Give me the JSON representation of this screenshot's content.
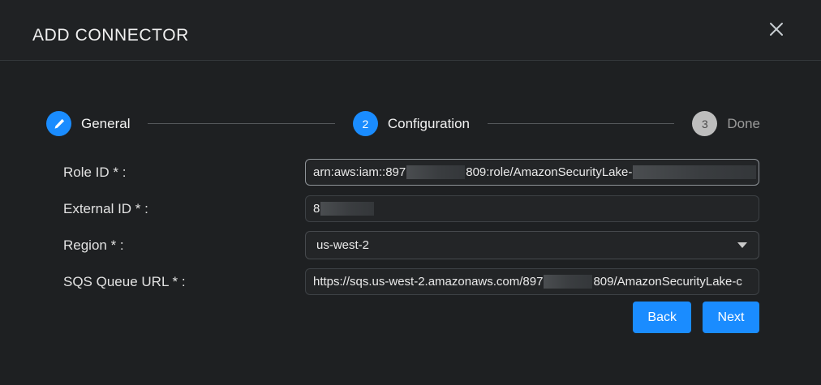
{
  "dialog": {
    "title": "ADD CONNECTOR",
    "close_icon": "close-icon"
  },
  "stepper": {
    "steps": [
      {
        "marker": "✎",
        "label": "General",
        "state": "done"
      },
      {
        "marker": "2",
        "label": "Configuration",
        "state": "active"
      },
      {
        "marker": "3",
        "label": "Done",
        "state": "pending"
      }
    ]
  },
  "form": {
    "fields": [
      {
        "label": "Role ID * :",
        "type": "text",
        "focused": true,
        "value_parts": [
          {
            "kind": "text",
            "text": "arn:aws:iam::897"
          },
          {
            "kind": "redacted",
            "width": 72
          },
          {
            "kind": "text",
            "text": "809:role/AmazonSecurityLake-"
          },
          {
            "kind": "redacted",
            "width": 152
          }
        ]
      },
      {
        "label": "External ID * :",
        "type": "text",
        "focused": false,
        "value_parts": [
          {
            "kind": "text",
            "text": "8"
          },
          {
            "kind": "redacted",
            "width": 66
          }
        ]
      },
      {
        "label": "Region * :",
        "type": "select",
        "value": "us-west-2",
        "caret_icon": "chevron-down-icon"
      },
      {
        "label": "SQS Queue URL * :",
        "type": "text",
        "focused": false,
        "value_parts": [
          {
            "kind": "text",
            "text": "https://sqs.us-west-2.amazonaws.com/897"
          },
          {
            "kind": "redacted",
            "width": 60
          },
          {
            "kind": "text",
            "text": "809/AmazonSecurityLake-c"
          }
        ]
      }
    ]
  },
  "actions": {
    "back_label": "Back",
    "next_label": "Next"
  },
  "colors": {
    "accent": "#1a8cff",
    "background": "#1e2022",
    "header_background": "#202224",
    "pending_step": "#bdbdbd"
  }
}
